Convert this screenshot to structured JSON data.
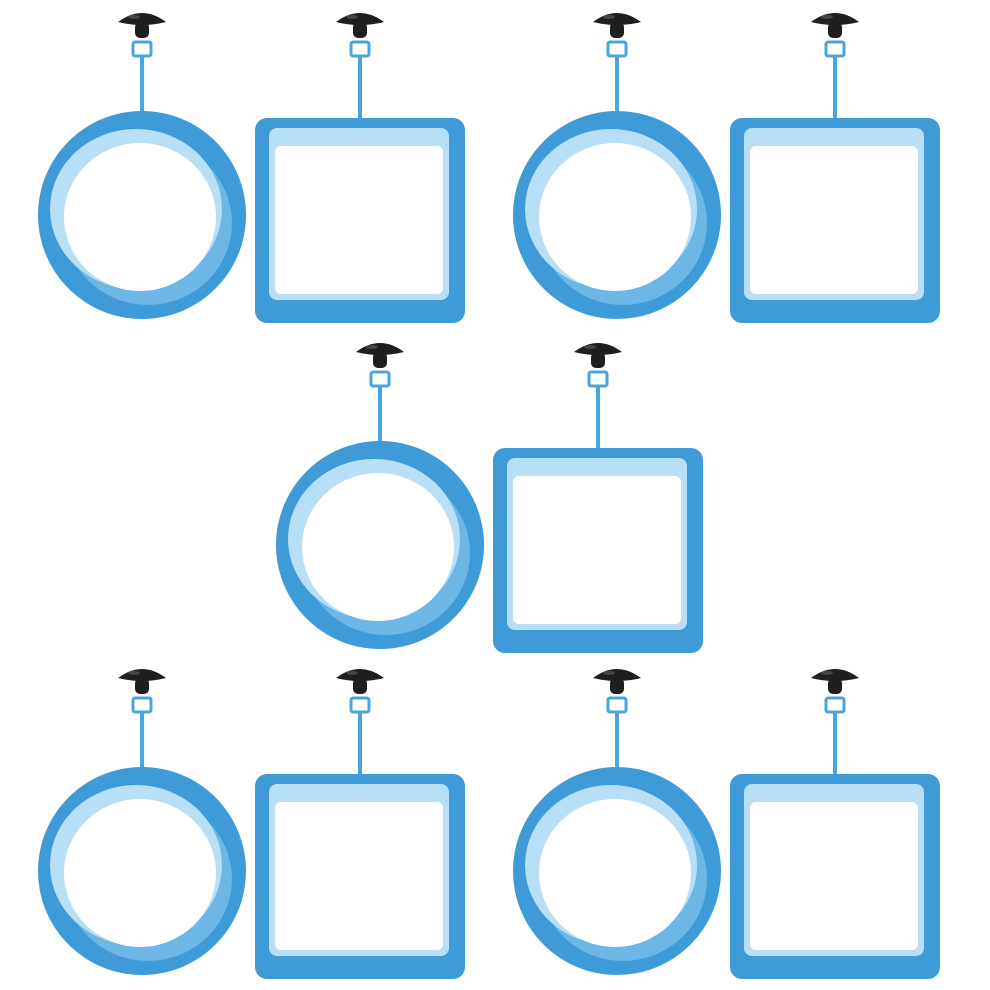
{
  "product_image": {
    "background": "#ffffff",
    "ring_color": "#3f9ad8",
    "ring_light_color": "#b8dff5",
    "ring_mid_color": "#6cb7e6",
    "clip_color": "#4aa4de",
    "suction_cup_color": "#1f1f1f",
    "suction_cup_highlight": "#555555",
    "rows": [
      {
        "groups": [
          {
            "items": [
              {
                "shape": "circle"
              },
              {
                "shape": "square"
              }
            ]
          },
          {
            "items": [
              {
                "shape": "circle"
              },
              {
                "shape": "square"
              }
            ]
          }
        ]
      },
      {
        "groups": [
          {
            "items": [
              {
                "shape": "circle"
              },
              {
                "shape": "square"
              }
            ]
          }
        ]
      },
      {
        "groups": [
          {
            "items": [
              {
                "shape": "circle"
              },
              {
                "shape": "square"
              }
            ]
          },
          {
            "items": [
              {
                "shape": "circle"
              },
              {
                "shape": "square"
              }
            ]
          }
        ]
      }
    ]
  }
}
